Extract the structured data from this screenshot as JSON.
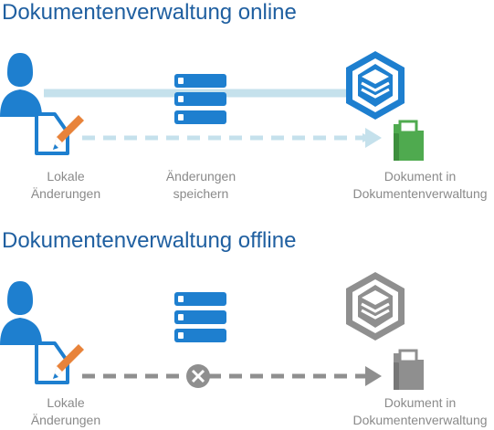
{
  "online": {
    "title": "Dokumentenverwaltung online",
    "local_changes_label": [
      "Lokale",
      "Änderungen"
    ],
    "save_changes_label": [
      "Änderungen",
      "speichern"
    ],
    "document_label": [
      "Dokument in",
      "Dokumentenverwaltung"
    ]
  },
  "offline": {
    "title": "Dokumentenverwaltung offline",
    "local_changes_label": [
      "Lokale",
      "Änderungen"
    ],
    "document_label": [
      "Dokument in",
      "Dokumentenverwaltung"
    ]
  },
  "colors": {
    "title_blue": "#1f5fa0",
    "icon_blue": "#1e7fcf",
    "link_light_blue": "#c5e1ec",
    "edit_orange": "#e8833a",
    "doc_green": "#4faa4f",
    "offline_gray": "#8f8f8f",
    "label_gray": "#8a8a8a"
  },
  "icons": [
    "user-icon",
    "edit-document-icon",
    "server-icon",
    "document-management-icon",
    "book-icon",
    "disconnected-icon"
  ]
}
